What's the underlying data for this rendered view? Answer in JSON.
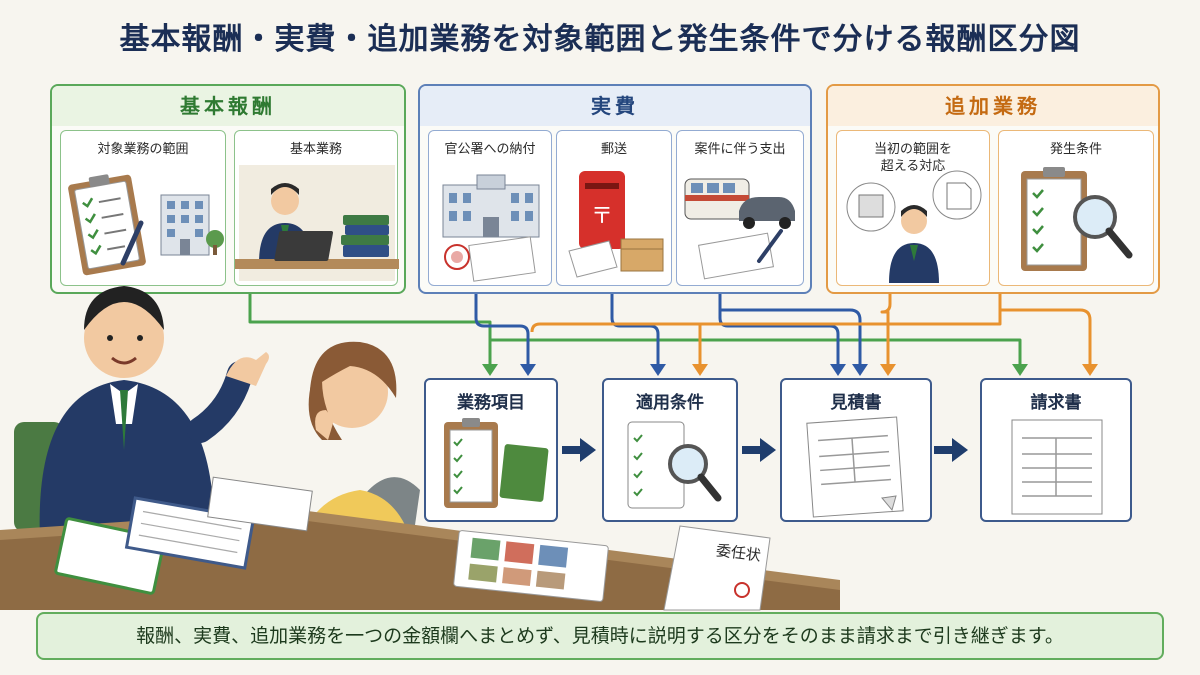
{
  "title": "基本報酬・実費・追加業務を対象範囲と発生条件で分ける報酬区分図",
  "groups": {
    "basic": {
      "heading": "基本報酬",
      "cards": [
        "対象業務の範囲",
        "基本業務"
      ],
      "color": "#5aa85a"
    },
    "expenses": {
      "heading": "実費",
      "cards": [
        "官公署への納付",
        "郵送",
        "案件に伴う支出"
      ],
      "color": "#5d80b8"
    },
    "additional": {
      "heading": "追加業務",
      "cards": [
        "当初の範囲を\n超える対応",
        "発生条件"
      ],
      "color": "#e39a45"
    }
  },
  "flow": {
    "steps": [
      "業務項目",
      "適用条件",
      "見積書",
      "請求書"
    ]
  },
  "documents": {
    "power_of_attorney": "委任状"
  },
  "footer": "報酬、実費、追加業務を一つの金額欄へまとめず、見積時に説明する区分をそのまま請求まで引き継ぎます。"
}
